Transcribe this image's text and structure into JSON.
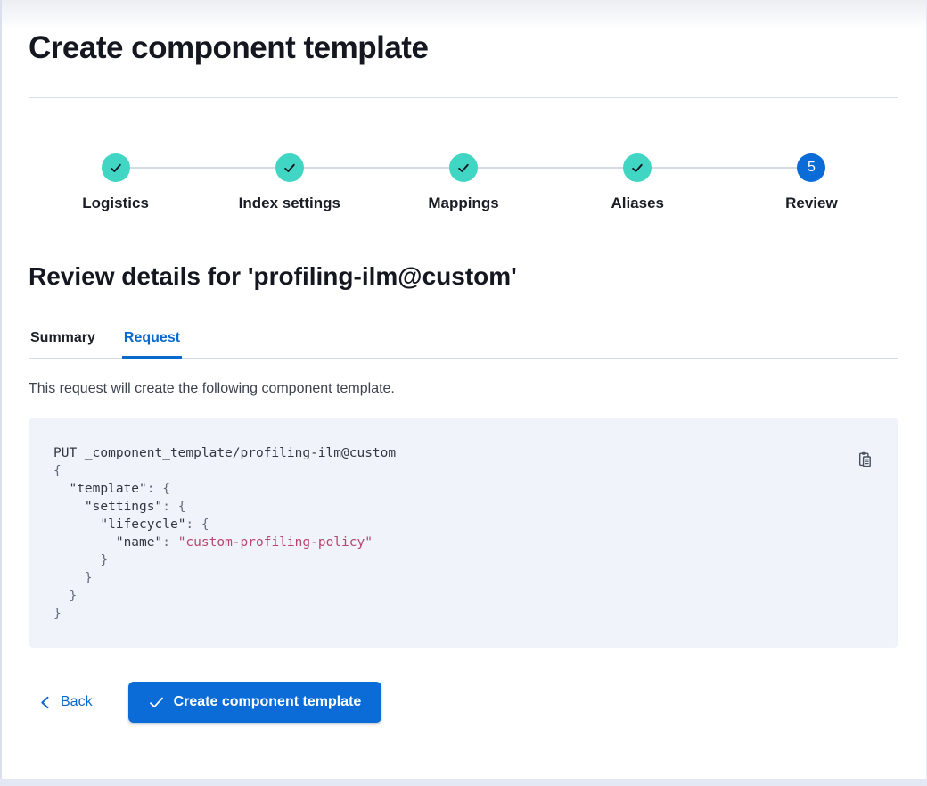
{
  "page_title": "Create component template",
  "stepper": {
    "steps": [
      {
        "label": "Logistics",
        "state": "complete",
        "icon": "check-icon"
      },
      {
        "label": "Index settings",
        "state": "complete",
        "icon": "check-icon"
      },
      {
        "label": "Mappings",
        "state": "complete",
        "icon": "check-icon"
      },
      {
        "label": "Aliases",
        "state": "complete",
        "icon": "check-icon"
      },
      {
        "label": "Review",
        "state": "current",
        "number": "5"
      }
    ]
  },
  "review": {
    "heading": "Review details for 'profiling-ilm@custom'",
    "tabs": [
      {
        "label": "Summary",
        "selected": false
      },
      {
        "label": "Request",
        "selected": true
      }
    ],
    "description": "This request will create the following component template."
  },
  "code_block": {
    "copy_icon": "copy-clipboard-icon",
    "lines": [
      [
        {
          "type": "plain",
          "text": "PUT _component_template/profiling-ilm@custom"
        }
      ],
      [
        {
          "type": "punct",
          "text": "{"
        }
      ],
      [
        {
          "type": "plain",
          "text": "  "
        },
        {
          "type": "key",
          "text": "\"template\""
        },
        {
          "type": "punct",
          "text": ": {"
        }
      ],
      [
        {
          "type": "plain",
          "text": "    "
        },
        {
          "type": "key",
          "text": "\"settings\""
        },
        {
          "type": "punct",
          "text": ": {"
        }
      ],
      [
        {
          "type": "plain",
          "text": "      "
        },
        {
          "type": "key",
          "text": "\"lifecycle\""
        },
        {
          "type": "punct",
          "text": ": {"
        }
      ],
      [
        {
          "type": "plain",
          "text": "        "
        },
        {
          "type": "key",
          "text": "\"name\""
        },
        {
          "type": "punct",
          "text": ": "
        },
        {
          "type": "string",
          "text": "\"custom-profiling-policy\""
        }
      ],
      [
        {
          "type": "punct",
          "text": "      }"
        }
      ],
      [
        {
          "type": "punct",
          "text": "    }"
        }
      ],
      [
        {
          "type": "punct",
          "text": "  }"
        }
      ],
      [
        {
          "type": "punct",
          "text": "}"
        }
      ]
    ]
  },
  "footer": {
    "back_label": "Back",
    "back_icon": "chevron-left-icon",
    "create_label": "Create component template",
    "create_icon": "check-icon"
  },
  "colors": {
    "primary_blue": "#0b6cd8",
    "link_blue": "#0b68cb",
    "success_teal": "#41d6c3",
    "code_background": "#f1f3fa",
    "code_text": "#343741",
    "code_punctuation": "#646d7d",
    "code_string": "#b9466f",
    "divider": "#d9dde9"
  }
}
